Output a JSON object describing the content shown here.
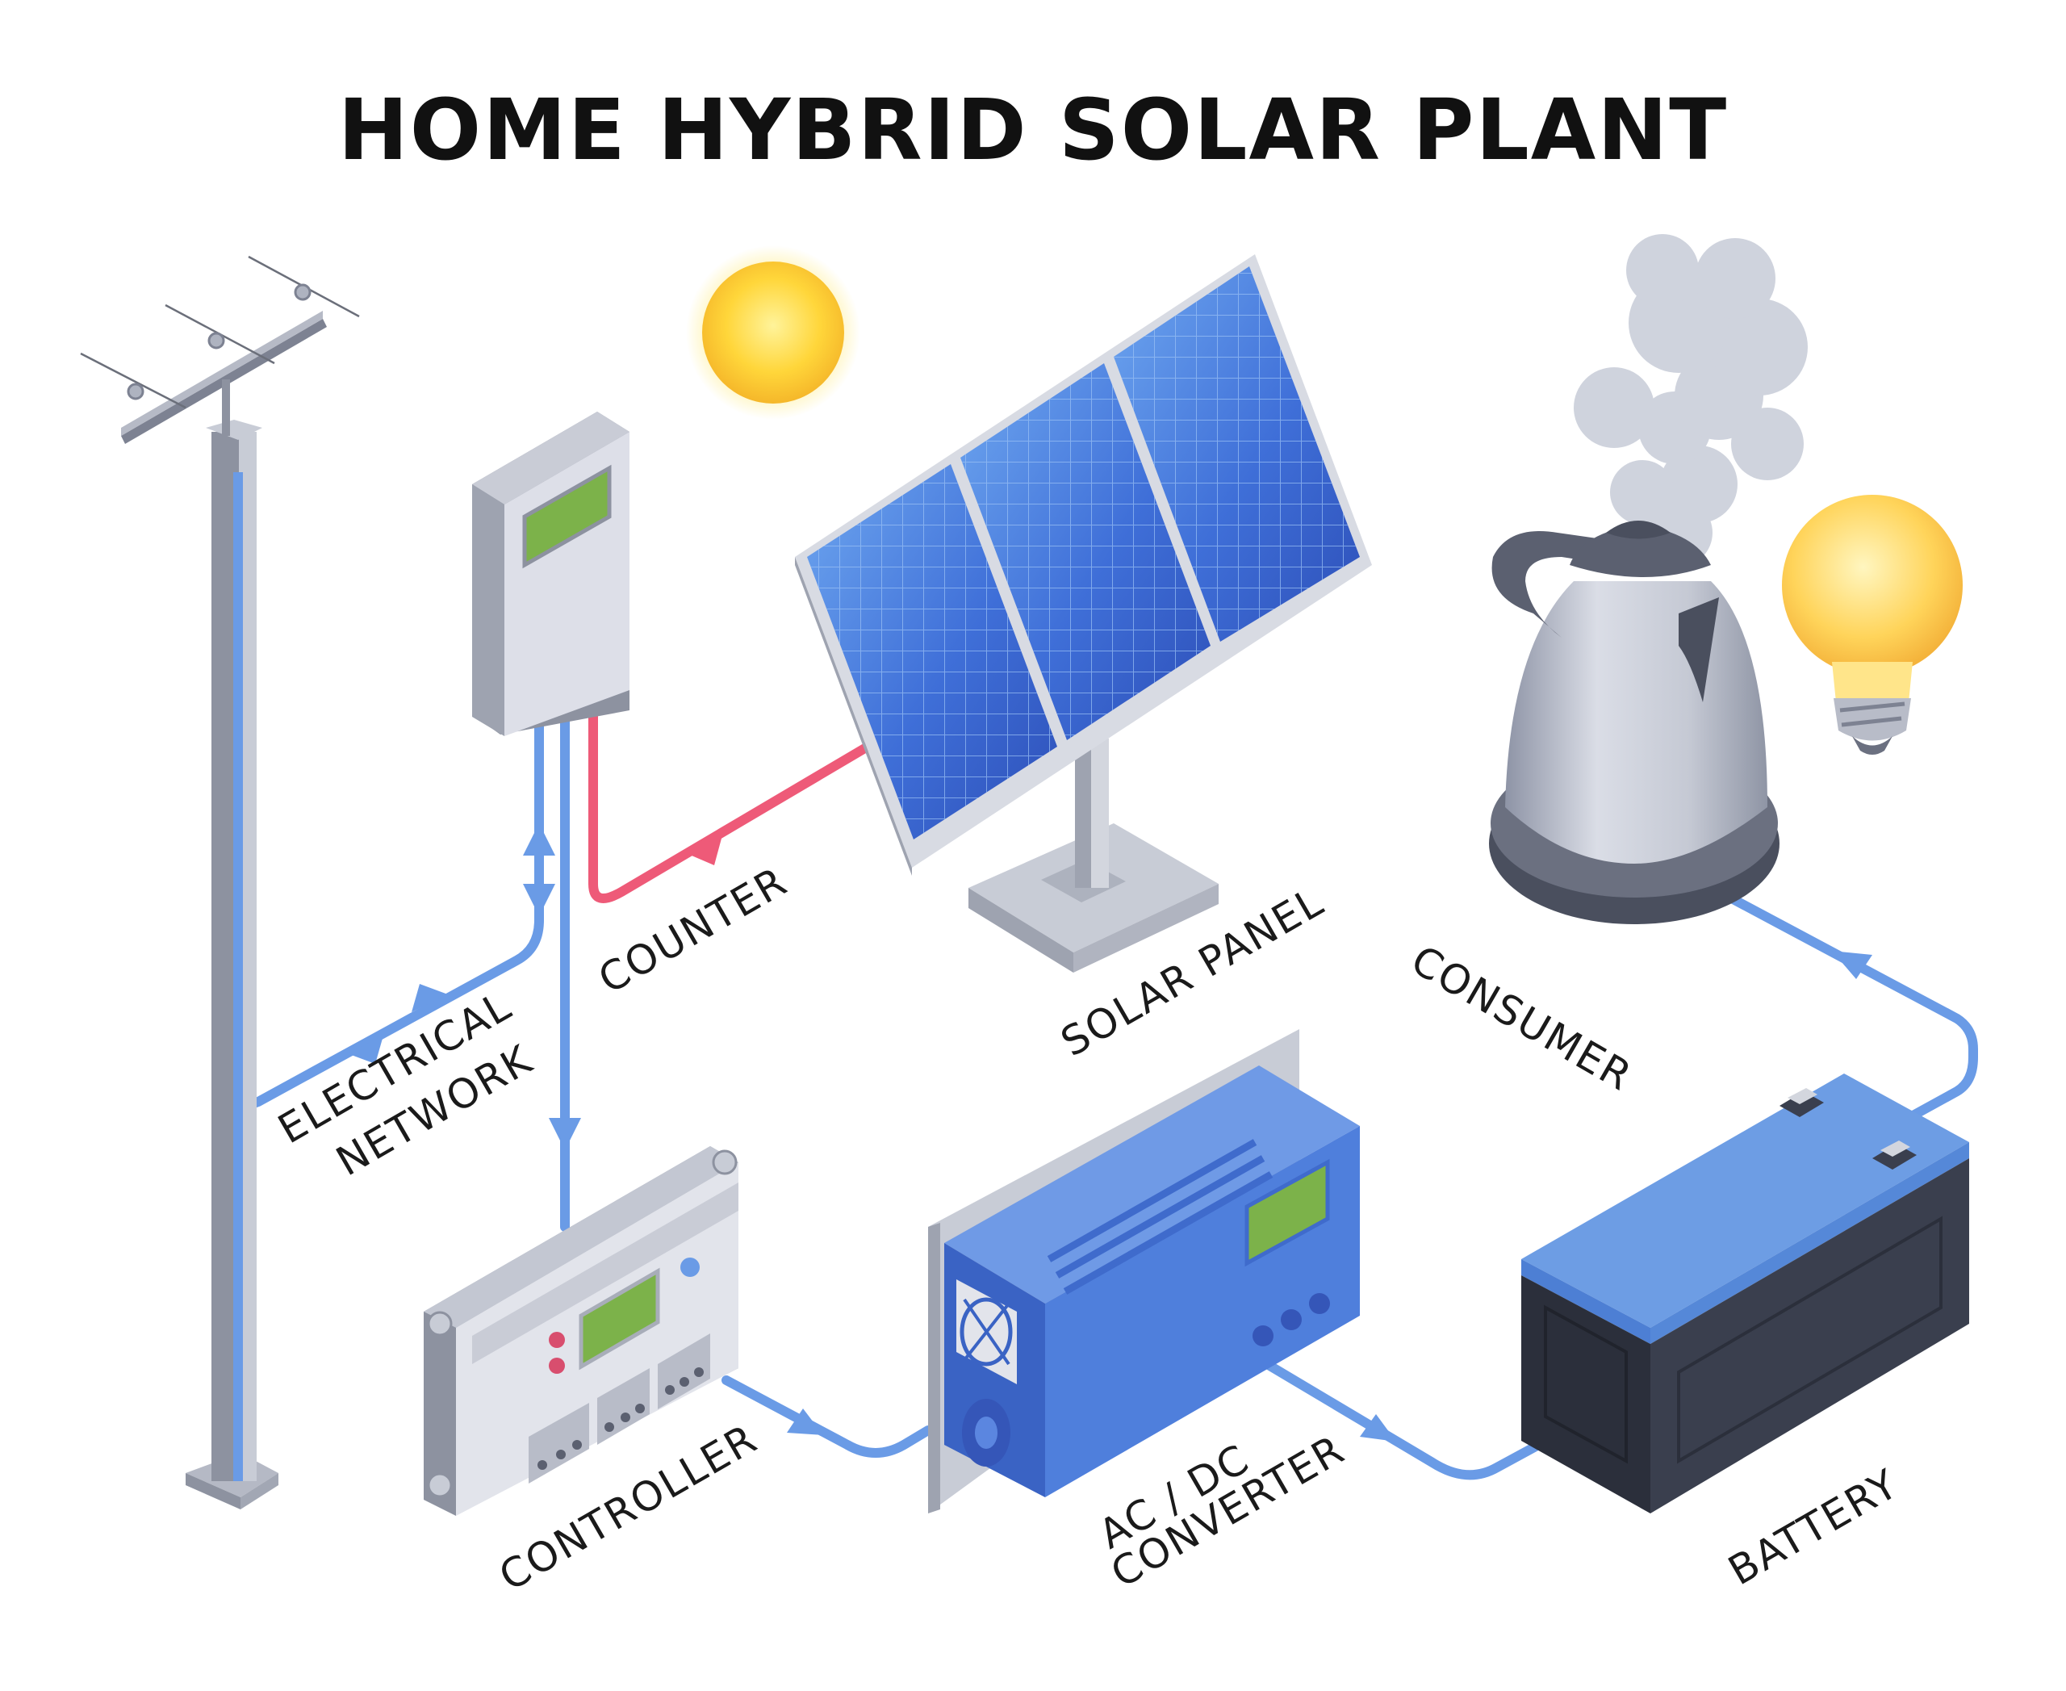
{
  "title": "HOME HYBRID SOLAR PLANT",
  "labels": {
    "electrical_network_line1": "ELECTRICAL",
    "electrical_network_line2": "NETWORK",
    "counter": "COUNTER",
    "solar_panel": "SOLAR PANEL",
    "consumer": "CONSUMER",
    "controller": "CONTROLLER",
    "converter_line1": "AC / DC",
    "converter_line2": "CONVERTER",
    "battery": "BATTERY"
  },
  "colors": {
    "wire_blue": "#6a9be6",
    "wire_red": "#ee5a78",
    "panel_blue": "#3a63d6",
    "converter_blue": "#4f7fdc",
    "battery_top": "#6d9de4",
    "battery_body": "#3a3f4e",
    "screen_green": "#7cb24a",
    "sun_yellow": "#ffd23a"
  }
}
